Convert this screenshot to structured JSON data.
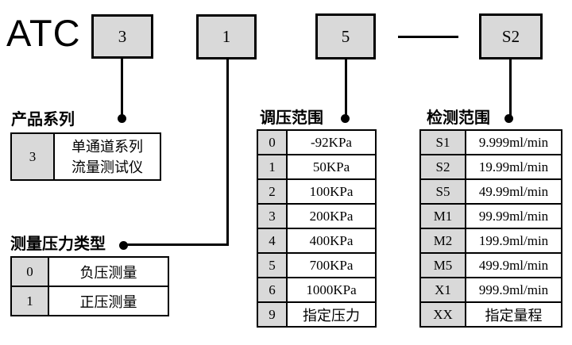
{
  "model_code": {
    "prefix": "ATC",
    "boxes": [
      {
        "label": "3"
      },
      {
        "label": "1"
      },
      {
        "label": "5"
      },
      {
        "label": "S2"
      }
    ]
  },
  "product_series": {
    "title": "产品系列",
    "rows": [
      {
        "code": "3",
        "desc_line1": "单通道系列",
        "desc_line2": "流量测试仪"
      }
    ]
  },
  "pressure_type": {
    "title": "测量压力类型",
    "rows": [
      {
        "code": "0",
        "desc": "负压测量"
      },
      {
        "code": "1",
        "desc": "正压测量"
      }
    ]
  },
  "pressure_range": {
    "title": "调压范围",
    "rows": [
      {
        "code": "0",
        "desc": "-92KPa"
      },
      {
        "code": "1",
        "desc": "50KPa"
      },
      {
        "code": "2",
        "desc": "100KPa"
      },
      {
        "code": "3",
        "desc": "200KPa"
      },
      {
        "code": "4",
        "desc": "400KPa"
      },
      {
        "code": "5",
        "desc": "700KPa"
      },
      {
        "code": "6",
        "desc": "1000KPa"
      },
      {
        "code": "9",
        "desc": "指定压力"
      }
    ]
  },
  "detection_range": {
    "title": "检测范围",
    "rows": [
      {
        "code": "S1",
        "desc": "9.999ml/min"
      },
      {
        "code": "S2",
        "desc": "19.99ml/min"
      },
      {
        "code": "S5",
        "desc": "49.99ml/min"
      },
      {
        "code": "M1",
        "desc": "99.99ml/min"
      },
      {
        "code": "M2",
        "desc": "199.9ml/min"
      },
      {
        "code": "M5",
        "desc": "499.9ml/min"
      },
      {
        "code": "X1",
        "desc": "999.9ml/min"
      },
      {
        "code": "XX",
        "desc": "指定量程"
      }
    ]
  },
  "colors": {
    "box_fill": "#d9d9d9",
    "line": "#000000",
    "background": "#ffffff"
  }
}
